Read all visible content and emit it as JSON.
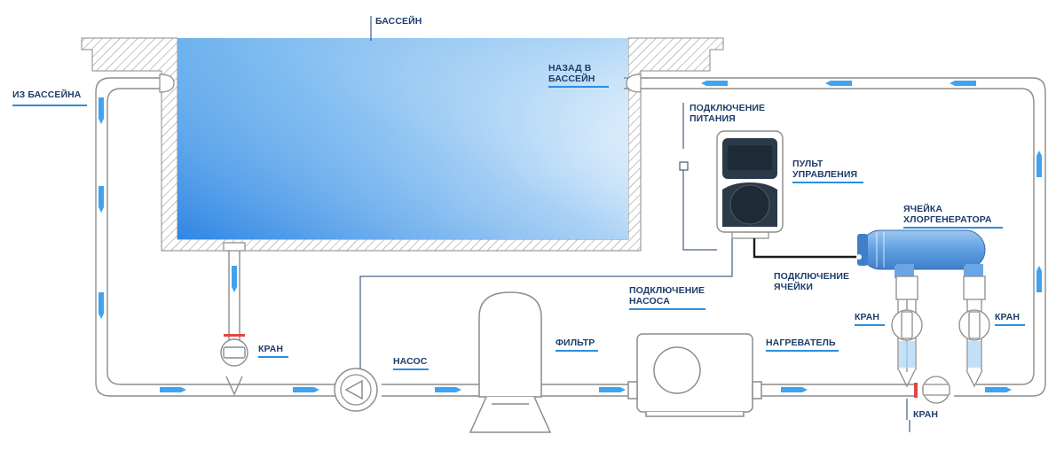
{
  "labels": {
    "pool": "БАССЕЙН",
    "from_pool": "ИЗ БАССЕЙНА",
    "back_to_pool": "НАЗАД В\nБАССЕЙН",
    "power": "ПОДКЛЮЧЕНИЕ\nПИТАНИЯ",
    "control_panel": "ПУЛЬТ\nУПРАВЛЕНИЯ",
    "cell": "ЯЧЕЙКА\nХЛОРГЕНЕРАТОРА",
    "cell_connection": "ПОДКЛЮЧЕНИЕ\nЯЧЕЙКИ",
    "pump_connection": "ПОДКЛЮЧЕНИЕ\nНАСОСА",
    "valve_left": "КРАН",
    "pump": "НАСОС",
    "filter": "ФИЛЬТР",
    "heater": "НАГРЕВАТЕЛЬ",
    "valve_cell_left": "КРАН",
    "valve_cell_right": "КРАН",
    "valve_bypass": "КРАН"
  },
  "colors": {
    "label_text": "#1d3d6a",
    "accent_line": "#2a8ee0",
    "water_light": "#e3f1fc",
    "water_dark": "#3d93e8",
    "flow_arrow": "#3fa3f0",
    "pipe_stroke": "#8c8c8c",
    "device_dark": "#2b3a48",
    "cell_blue": "#6aa6e6",
    "valve_red": "#e24646"
  }
}
